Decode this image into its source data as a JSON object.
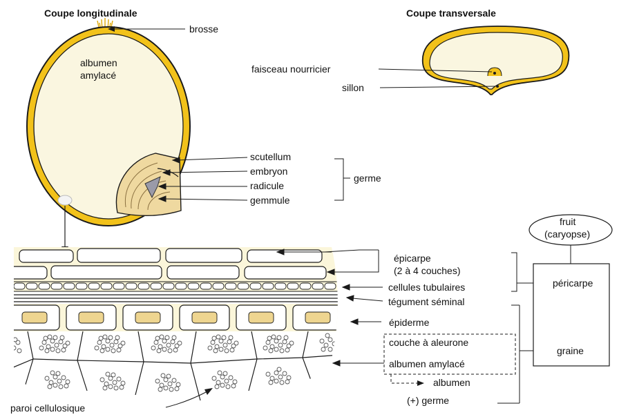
{
  "titles": {
    "longitudinal": "Coupe longitudinale",
    "transversal": "Coupe transversale"
  },
  "longitudinal_labels": {
    "brosse": "brosse",
    "albumen_line1": "albumen",
    "albumen_line2": "amylacé",
    "scutellum": "scutellum",
    "embryon": "embryon",
    "radicule": "radicule",
    "gemmule": "gemmule",
    "germe": "germe"
  },
  "transversal_labels": {
    "faisceau": "faisceau nourricier",
    "sillon": "sillon"
  },
  "tissue_labels": {
    "epicarpe_line1": "épicarpe",
    "epicarpe_line2": "(2 à 4 couches)",
    "cellules_tubulaires": "cellules tubulaires",
    "tegument": "tégument séminal",
    "epiderme": "épiderme",
    "aleurone": "couche à aleurone",
    "albumen_amylace": "albumen amylacé",
    "albumen": "albumen",
    "germe_plus": "(+) germe",
    "paroi": "paroi cellulosique"
  },
  "hierarchy": {
    "fruit_line1": "fruit",
    "fruit_line2": "(caryopse)",
    "pericarpe": "péricarpe",
    "graine": "graine"
  },
  "colors": {
    "seed_coat": "#f2c21a",
    "endosperm_fill": "#faf6e0",
    "line": "#1a1a1a",
    "granule": "#555555"
  }
}
